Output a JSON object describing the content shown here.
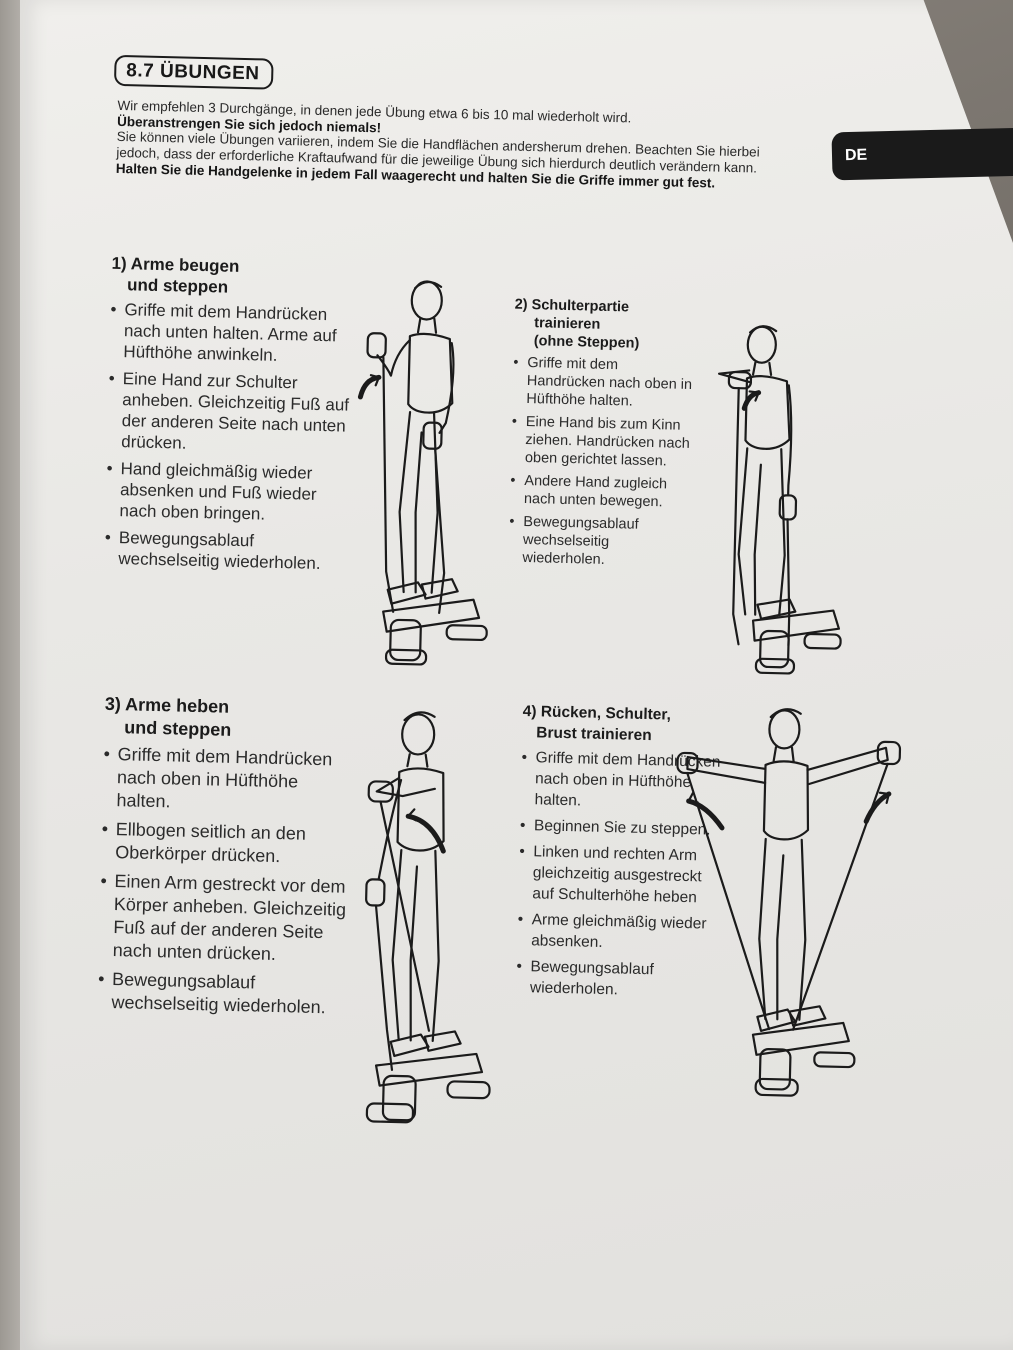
{
  "section": {
    "title": "8.7 ÜBUNGEN",
    "lang_tab": "DE"
  },
  "intro": {
    "line1": "Wir empfehlen 3 Durchgänge, in denen jede Übung etwa 6 bis 10 mal wiederholt wird.",
    "line2": "Überanstrengen Sie sich jedoch niemals!",
    "para2": "Sie können viele Übungen variieren, indem Sie die Handflächen andersherum drehen. Beachten Sie hierbei jedoch, dass der erforderliche Kraftaufwand für die jeweilige Übung sich hierdurch deutlich verändern kann.",
    "para3": "Halten Sie die Handgelenke in jedem Fall waagerecht und halten Sie die Griffe immer gut fest."
  },
  "exercises": [
    {
      "title_line1": "1) Arme beugen",
      "title_line2": "und steppen",
      "title_line3": "",
      "steps": [
        "Griffe mit dem Handrücken nach unten halten. Arme auf Hüfthöhe anwinkeln.",
        "Eine Hand zur Schulter anheben. Gleichzeitig Fuß auf der anderen Seite nach unten drücken.",
        "Hand gleichmäßig wieder absenken und Fuß wieder nach oben bringen.",
        "Bewegungsablauf wechselseitig wiederholen."
      ]
    },
    {
      "title_line1": "2) Schulterpartie",
      "title_line2": "trainieren",
      "title_line3": "(ohne Steppen)",
      "steps": [
        "Griffe mit dem Handrücken nach oben in Hüfthöhe halten.",
        "Eine Hand bis zum Kinn ziehen. Handrücken nach oben gerichtet lassen.",
        "Andere Hand zugleich nach unten bewegen.",
        "Bewegungsablauf wechselseitig wiederholen."
      ]
    },
    {
      "title_line1": "3) Arme heben",
      "title_line2": "und steppen",
      "title_line3": "",
      "steps": [
        "Griffe mit dem Handrücken nach oben in Hüfthöhe halten.",
        "Ellbogen seitlich an den Oberkörper drücken.",
        "Einen Arm gestreckt vor dem Körper anheben. Gleichzeitig Fuß auf der anderen Seite nach unten drücken.",
        "Bewegungsablauf wechselseitig wiederholen."
      ]
    },
    {
      "title_line1": "4) Rücken, Schulter,",
      "title_line2": "Brust trainieren",
      "title_line3": "",
      "steps": [
        "Griffe mit dem Handrücken nach oben in Hüfthöhe halten.",
        "Beginnen Sie zu steppen.",
        "Linken und rechten Arm gleichzeitig ausgestreckt auf Schulterhöhe heben",
        "Arme gleichmäßig wieder absenken.",
        "Bewegungsablauf wiederholen."
      ]
    }
  ],
  "illustrations": [
    {
      "icon": "stepper-arm-curl-illustration"
    },
    {
      "icon": "stepper-shoulder-illustration"
    },
    {
      "icon": "stepper-arm-raise-illustration"
    },
    {
      "icon": "stepper-back-shoulder-chest-illustration"
    }
  ],
  "colors": {
    "ink": "#1b1b1b",
    "paper": "#ecebe8",
    "tab": "#1a1a1a"
  }
}
